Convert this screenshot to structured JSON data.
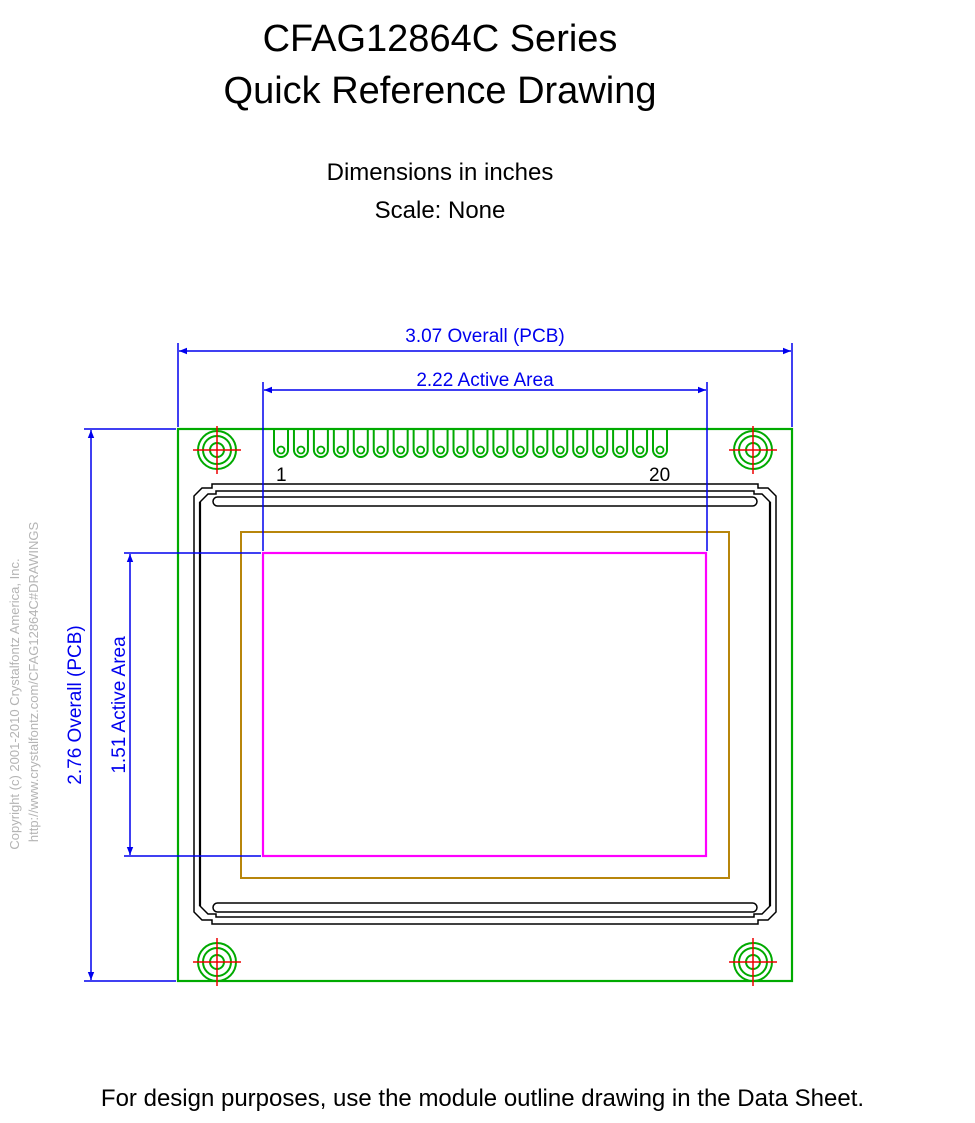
{
  "title": {
    "line1": "CFAG12864C Series",
    "line2": "Quick Reference Drawing"
  },
  "subtitle": {
    "units": "Dimensions in inches",
    "scale": "Scale: None"
  },
  "dimensions": {
    "overall_width": "3.07 Overall (PCB)",
    "active_width": "2.22 Active Area",
    "overall_height": "2.76 Overall (PCB)",
    "active_height": "1.51 Active Area"
  },
  "pins": {
    "first": "1",
    "last": "20",
    "count": 20
  },
  "copyright": {
    "line1": "Copyright (c) 2001-2010 Crystalfontz America, Inc.",
    "line2": "http://www.crystalfontz.com/CFAG12864C#DRAWINGS"
  },
  "footer": "For design purposes, use the module outline drawing in the Data Sheet.",
  "colors": {
    "pcb_outline": "#00aa00",
    "dimension": "#0000ee",
    "active_area": "#ff00ff",
    "viewing_area": "#b8860b",
    "mount_cross": "#ee0000",
    "bezel": "#000000",
    "copyright_text": "#b4b4b4"
  }
}
